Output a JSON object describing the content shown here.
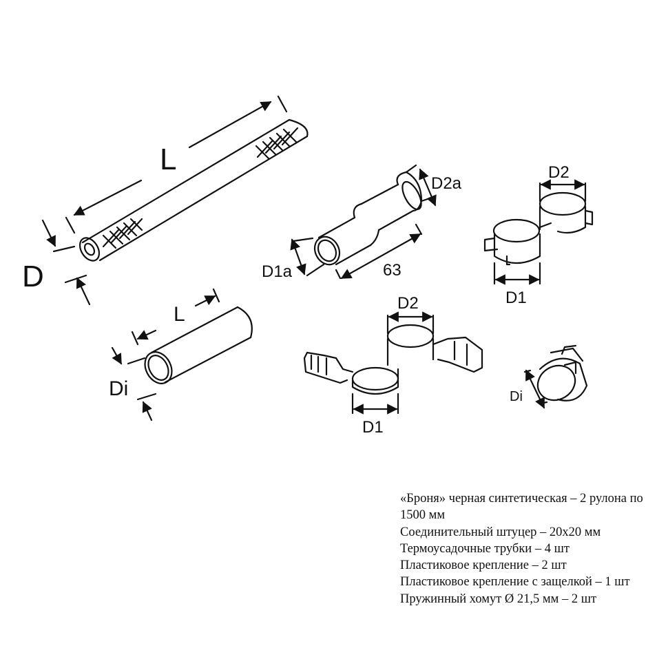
{
  "labels": {
    "hose_length": "L",
    "hose_diameter": "D",
    "sleeve_length": "L",
    "sleeve_diameter": "Di",
    "connector_d1a": "D1a",
    "connector_d2a": "D2a",
    "connector_length": "63",
    "clip_right_d1": "D1",
    "clip_right_d2": "D2",
    "clip_latch_d1": "D1",
    "clip_latch_d2": "D2",
    "spring_clamp_diameter": "Di"
  },
  "parts_list": [
    "«Броня» черная синтетическая – 2 рулона по 1500 мм",
    "Соединительный штуцер – 20x20 мм",
    "Термоусадочные трубки – 4 шт",
    "Пластиковое крепление – 2 шт",
    "Пластиковое крепление с защелкой – 1 шт",
    "Пружинный хомут Ø 21,5 мм – 2 шт"
  ],
  "colors": {
    "ink": "#111111",
    "background": "#ffffff"
  }
}
